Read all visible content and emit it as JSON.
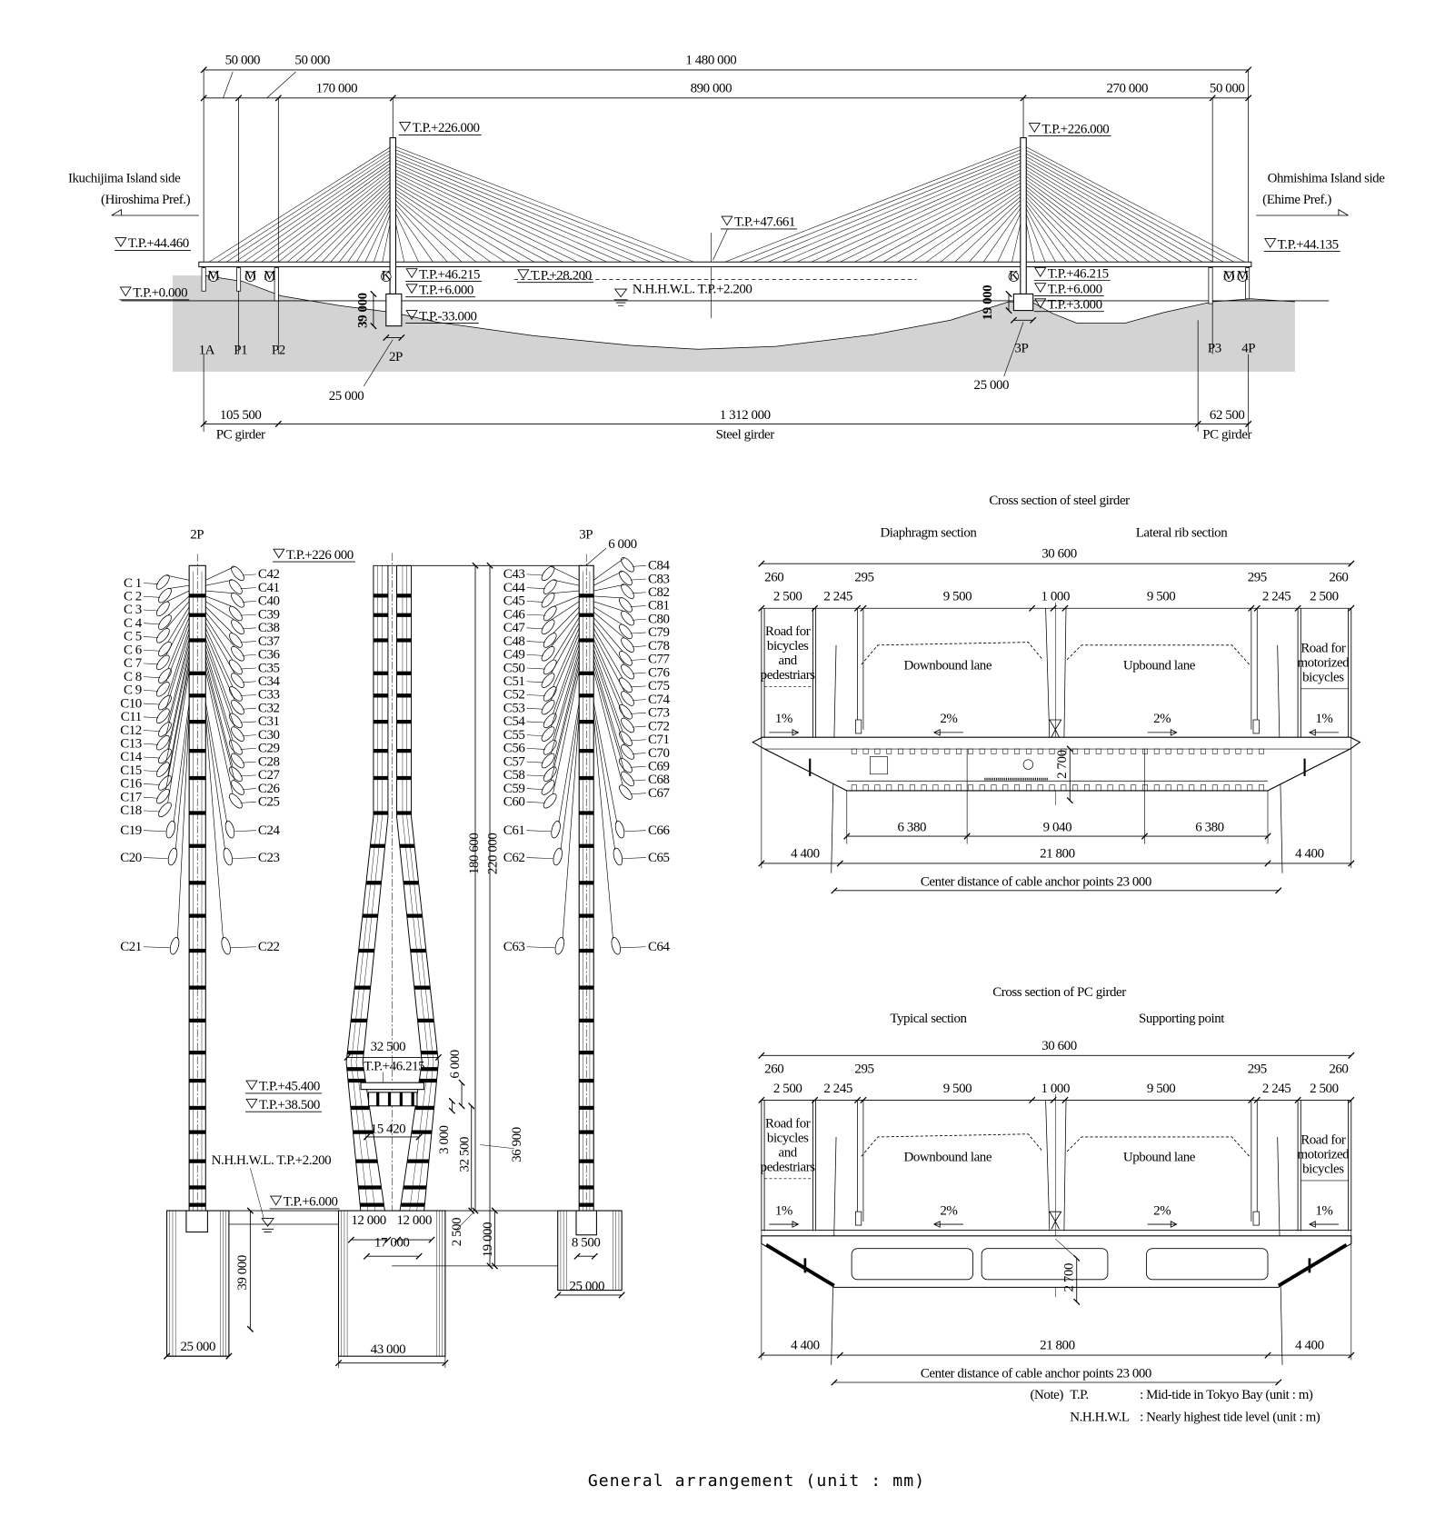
{
  "caption": "General arrangement (unit : mm)",
  "elevation": {
    "dims": {
      "total": "1 480 000",
      "span_1a_p1": "50 000",
      "span_p1_p2": "50 000",
      "side_span_left": "170 000",
      "center_span": "890 000",
      "side_span_right": "270 000",
      "span_p3_4p": "50 000",
      "footing_depth_2p": "39 000",
      "footing_depth_3p": "19 000",
      "footing_width_2p": "25 000",
      "footing_width_3p": "25 000"
    },
    "left_side": {
      "name": "Ikuchijima Island side",
      "pref": "(Hiroshima Pref.)"
    },
    "right_side": {
      "name": "Ohmishima Island side",
      "pref": "(Ehime Pref.)"
    },
    "levels": {
      "tower_top_2p": "T.P.+226.000",
      "tower_top_3p": "T.P.+226.000",
      "abutment_1a": "T.P.+44.460",
      "datum": "T.P.+0.000",
      "deck_2p": "T.P.+46.215",
      "clearance": "T.P.+28.200",
      "pier_top_2p": "T.P.+6.000",
      "footing_bottom_2p": "T.P.-33.000",
      "nhhwl": "N.H.H.W.L. T.P.+2.200",
      "center": "T.P.+47.661",
      "deck_3p": "T.P.+46.215",
      "pier_top_3p": "T.P.+6.000",
      "footing_bottom_3p": "T.P.+3.000",
      "abutment_4p": "T.P.+44.135"
    },
    "piers": [
      "1A",
      "P1",
      "P2",
      "2P",
      "3P",
      "P3",
      "4P"
    ],
    "bearings": [
      "M",
      "M",
      "M",
      "K",
      "K",
      "M",
      "M"
    ],
    "girders": [
      {
        "length": "105 500",
        "type": "PC girder"
      },
      {
        "length": "1 312 000",
        "type": "Steel girder"
      },
      {
        "length": "62 500",
        "type": "PC girder"
      }
    ]
  },
  "towers": {
    "label_2p": "2P",
    "label_3p": "3P",
    "tower_top": "T.P.+226 000",
    "dim_top_width": "6 000",
    "dim_180600": "180 600",
    "dim_220000": "220 000",
    "dim_32500_top": "32 500",
    "level_46215": "T.P.+46.215",
    "level_45400": "T.P.+45.400",
    "level_38500": "T.P.+38.500",
    "dim_15420": "15 420",
    "dim_6000": "6 000",
    "dim_3000": "3 000",
    "dim_32500": "32 500",
    "dim_36900": "36 900",
    "nhhwl": "N.H.H.W.L. T.P.+2.200",
    "level_6000": "T.P.+6.000",
    "dim_12000_a": "12 000",
    "dim_12000_b": "12 000",
    "dim_17000": "17 000",
    "dim_2500": "2 500",
    "dim_19000": "19 000",
    "dim_8500": "8 500",
    "dim_39000": "39 000",
    "dim_25000_2p": "25 000",
    "dim_43000": "43 000",
    "dim_25000_3p": "25 000",
    "cables": {
      "left_2p": [
        "C 1",
        "C 2",
        "C 3",
        "C 4",
        "C 5",
        "C 6",
        "C 7",
        "C 8",
        "C 9",
        "C10",
        "C11",
        "C12",
        "C13",
        "C14",
        "C15",
        "C16",
        "C17",
        "C18",
        "C19",
        "C20",
        "C21"
      ],
      "right_2p": [
        "C42",
        "C41",
        "C40",
        "C39",
        "C38",
        "C37",
        "C36",
        "C35",
        "C34",
        "C33",
        "C32",
        "C31",
        "C30",
        "C29",
        "C28",
        "C27",
        "C26",
        "C25",
        "C24",
        "C23",
        "C22"
      ],
      "left_3p": [
        "C43",
        "C44",
        "C45",
        "C46",
        "C47",
        "C48",
        "C49",
        "C50",
        "C51",
        "C52",
        "C53",
        "C54",
        "C55",
        "C56",
        "C57",
        "C58",
        "C59",
        "C60",
        "C61",
        "C62",
        "C63"
      ],
      "right_3p": [
        "C84",
        "C83",
        "C82",
        "C81",
        "C80",
        "C79",
        "C78",
        "C77",
        "C76",
        "C75",
        "C74",
        "C73",
        "C72",
        "C71",
        "C70",
        "C69",
        "C68",
        "C67",
        "C66",
        "C65",
        "C64"
      ]
    }
  },
  "steel_section": {
    "title": "Cross section of steel girder",
    "left_label": "Diaphragm section",
    "right_label": "Lateral rib section",
    "width_total": "30 600",
    "top_dims": [
      "260",
      "2 500",
      "2 245",
      "295",
      "9 500",
      "1 000",
      "9 500",
      "295",
      "2 245",
      "2 500",
      "260"
    ],
    "left_road": [
      "Road for",
      "bicycles",
      "and",
      "pedestriars"
    ],
    "right_road": [
      "Road for",
      "motorized",
      "bicycles"
    ],
    "downbound": "Downbound lane",
    "upbound": "Upbound lane",
    "slopes": [
      "1%",
      "2%",
      "2%",
      "1%"
    ],
    "depth": "2 700",
    "bottom_dims": [
      "6 380",
      "9 040",
      "6 380"
    ],
    "overhang_dims": [
      "4 400",
      "21 800",
      "4 400"
    ],
    "anchor_distance": "Center distance of cable anchor points  23 000"
  },
  "pc_section": {
    "title": "Cross section of PC girder",
    "left_label": "Typical section",
    "right_label": "Supporting point",
    "width_total": "30 600",
    "top_dims": [
      "260",
      "2 500",
      "2 245",
      "295",
      "9 500",
      "1 000",
      "9 500",
      "295",
      "2 245",
      "2 500",
      "260"
    ],
    "left_road": [
      "Road for",
      "bicycles",
      "and",
      "pedestriars"
    ],
    "right_road": [
      "Road for",
      "motorized",
      "bicycles"
    ],
    "downbound": "Downbound lane",
    "upbound": "Upbound lane",
    "slopes": [
      "1%",
      "2%",
      "2%",
      "1%"
    ],
    "depth": "2 700",
    "overhang_dims": [
      "4 400",
      "21 800",
      "4 400"
    ],
    "anchor_distance": "Center distance of cable anchor points  23 000"
  },
  "note": {
    "prefix": "(Note)",
    "tp_term": "T.P.",
    "tp_def": ": Mid-tide in Tokyo Bay (unit : m)",
    "nhhwl_term": "N.H.H.W.L",
    "nhhwl_def": ": Nearly highest tide level (unit : m)"
  }
}
